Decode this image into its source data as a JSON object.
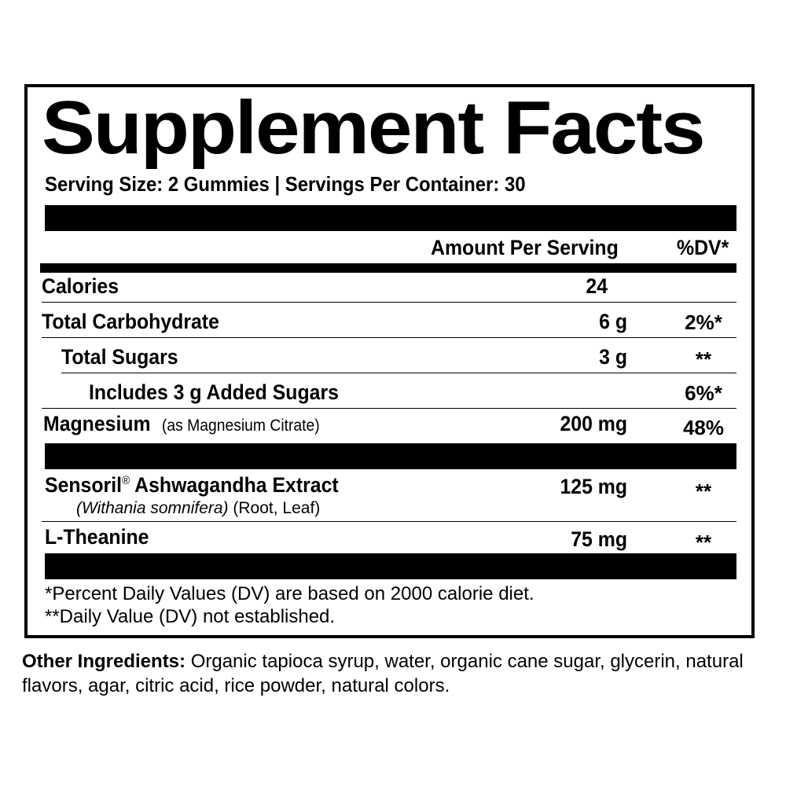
{
  "title": "Supplement Facts",
  "serving_line": "Serving Size: 2 Gummies | Servings Per Container: 30",
  "header": {
    "amount": "Amount Per Serving",
    "dv": "%DV*"
  },
  "rows": [
    {
      "name": "Calories",
      "amount": "24",
      "dv": ""
    },
    {
      "name": "Total Carbohydrate",
      "amount": "6 g",
      "dv": "2%*"
    },
    {
      "name": "Total Sugars",
      "amount": "3 g",
      "dv": "**"
    },
    {
      "name": "Includes 3 g Added Sugars",
      "amount": "",
      "dv": "6%*"
    },
    {
      "name": "Magnesium",
      "detail": "(as Magnesium Citrate)",
      "amount": "200 mg",
      "dv": "48%"
    },
    {
      "name": "Sensoril",
      "name_mark": "®",
      "name_rest": " Ashwagandha Extract",
      "latin": "(Withania somnifera)",
      "detail": " (Root, Leaf)",
      "amount": "125 mg",
      "dv": "**"
    },
    {
      "name": "L-Theanine",
      "amount": "75 mg",
      "dv": "**"
    }
  ],
  "footnotes": [
    "*Percent Daily Values (DV) are based on 2000 calorie diet.",
    "**Daily Value (DV) not established."
  ],
  "other_ingredients": {
    "label": "Other Ingredients:",
    "text": " Organic tapioca syrup, water, organic cane sugar, glycerin, natural flavors, agar, citric acid, rice powder, natural colors."
  }
}
